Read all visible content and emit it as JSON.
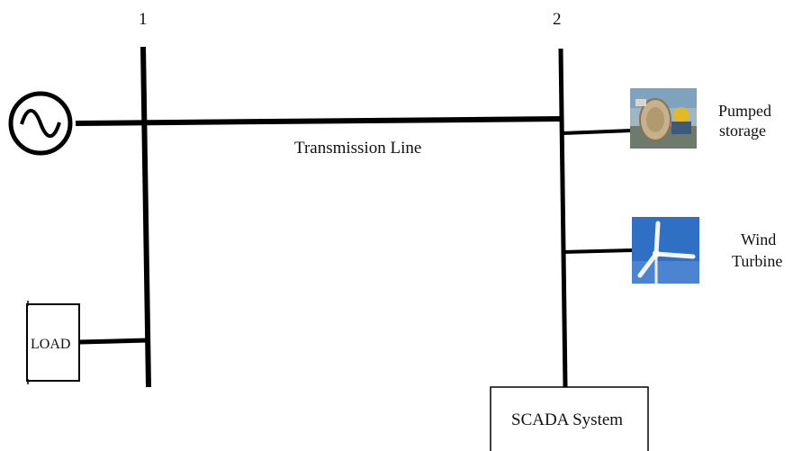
{
  "buses": [
    {
      "id": "bus-1",
      "label": "1"
    },
    {
      "id": "bus-2",
      "label": "2"
    }
  ],
  "transmission_line": {
    "label": "Transmission Line"
  },
  "load": {
    "label": "LOAD"
  },
  "pumped_storage": {
    "label_line1": "Pumped",
    "label_line2": "storage"
  },
  "wind_turbine": {
    "label_line1": "Wind",
    "label_line2": "Turbine"
  },
  "scada": {
    "label": "SCADA System"
  },
  "icons": {
    "generator": "ac-generator-symbol",
    "pumped_storage": "pumped-storage-photo",
    "wind_turbine": "wind-turbine-photo"
  }
}
